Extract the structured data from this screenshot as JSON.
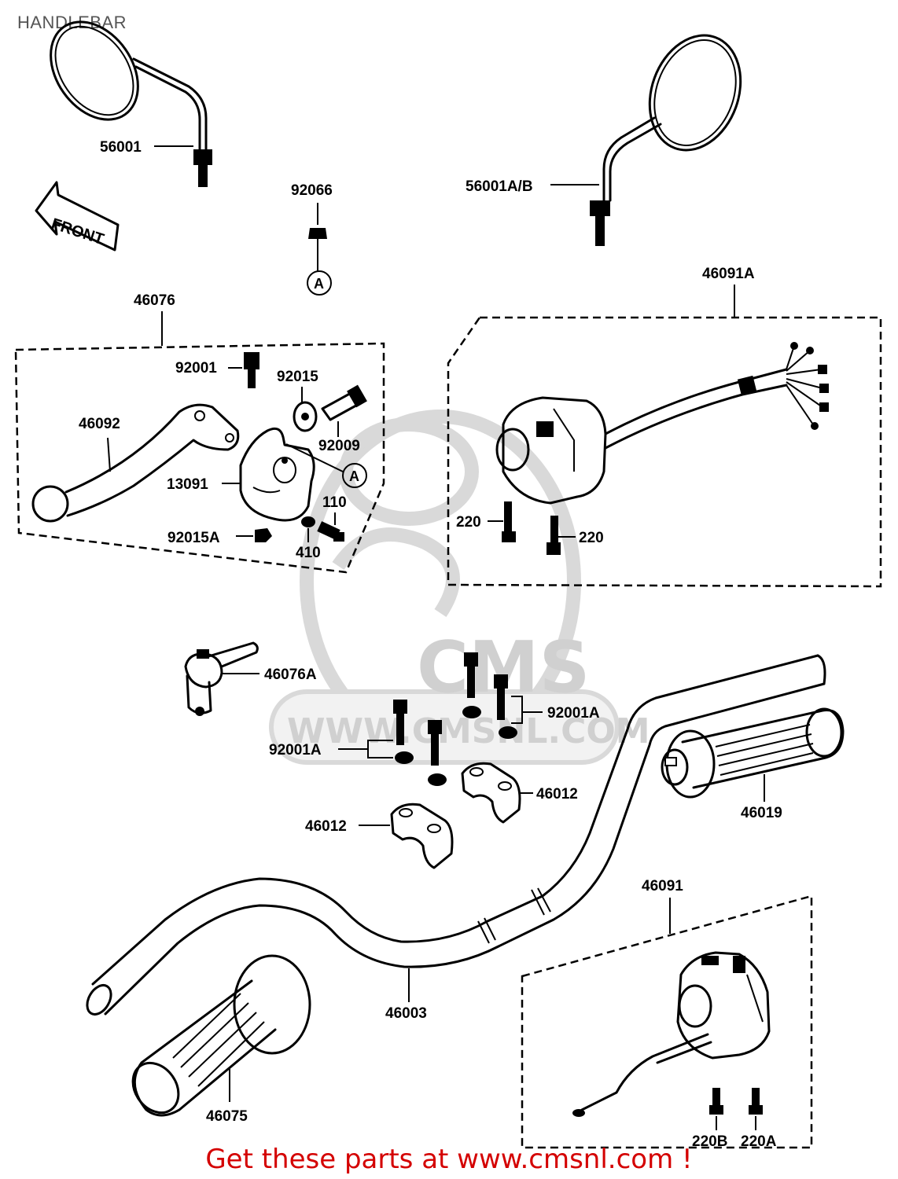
{
  "header": {
    "title": "HANDLEBAR"
  },
  "footer": {
    "link_text": "Get these parts at www.cmsnl.com !"
  },
  "watermark": {
    "brand": "CMS",
    "url": "WWW.CMSNL.COM"
  },
  "front_arrow": {
    "label": "FRONT"
  },
  "callout_marker": "A",
  "parts": [
    {
      "id": "56001",
      "label": "56001",
      "description": "mirror-left"
    },
    {
      "id": "56001A/B",
      "label": "56001A/B",
      "description": "mirror-right"
    },
    {
      "id": "92066",
      "label": "92066",
      "description": "cap"
    },
    {
      "id": "46076",
      "label": "46076",
      "description": "clutch-lever-assembly"
    },
    {
      "id": "92001",
      "label": "92001",
      "description": "bolt"
    },
    {
      "id": "92015",
      "label": "92015",
      "description": "nut"
    },
    {
      "id": "46092",
      "label": "46092",
      "description": "lever"
    },
    {
      "id": "92009",
      "label": "92009",
      "description": "screw"
    },
    {
      "id": "13091",
      "label": "13091",
      "description": "holder"
    },
    {
      "id": "110",
      "label": "110",
      "description": "bolt"
    },
    {
      "id": "92015A",
      "label": "92015A",
      "description": "nut"
    },
    {
      "id": "410",
      "label": "410",
      "description": "washer"
    },
    {
      "id": "46091A",
      "label": "46091A",
      "description": "switch-housing-right"
    },
    {
      "id": "220-left",
      "label": "220",
      "description": "screw"
    },
    {
      "id": "220-right",
      "label": "220",
      "description": "screw"
    },
    {
      "id": "46076A",
      "label": "46076A",
      "description": "choke-lever"
    },
    {
      "id": "92001A-right",
      "label": "92001A",
      "description": "bolt"
    },
    {
      "id": "92001A-left",
      "label": "92001A",
      "description": "bolt"
    },
    {
      "id": "46012-right",
      "label": "46012",
      "description": "holder"
    },
    {
      "id": "46012-left",
      "label": "46012",
      "description": "holder"
    },
    {
      "id": "46019",
      "label": "46019",
      "description": "grip-right"
    },
    {
      "id": "46091",
      "label": "46091",
      "description": "switch-housing-left"
    },
    {
      "id": "46003",
      "label": "46003",
      "description": "handlebar"
    },
    {
      "id": "46075",
      "label": "46075",
      "description": "grip-left"
    },
    {
      "id": "220B",
      "label": "220B",
      "description": "screw"
    },
    {
      "id": "220A",
      "label": "220A",
      "description": "screw"
    }
  ]
}
